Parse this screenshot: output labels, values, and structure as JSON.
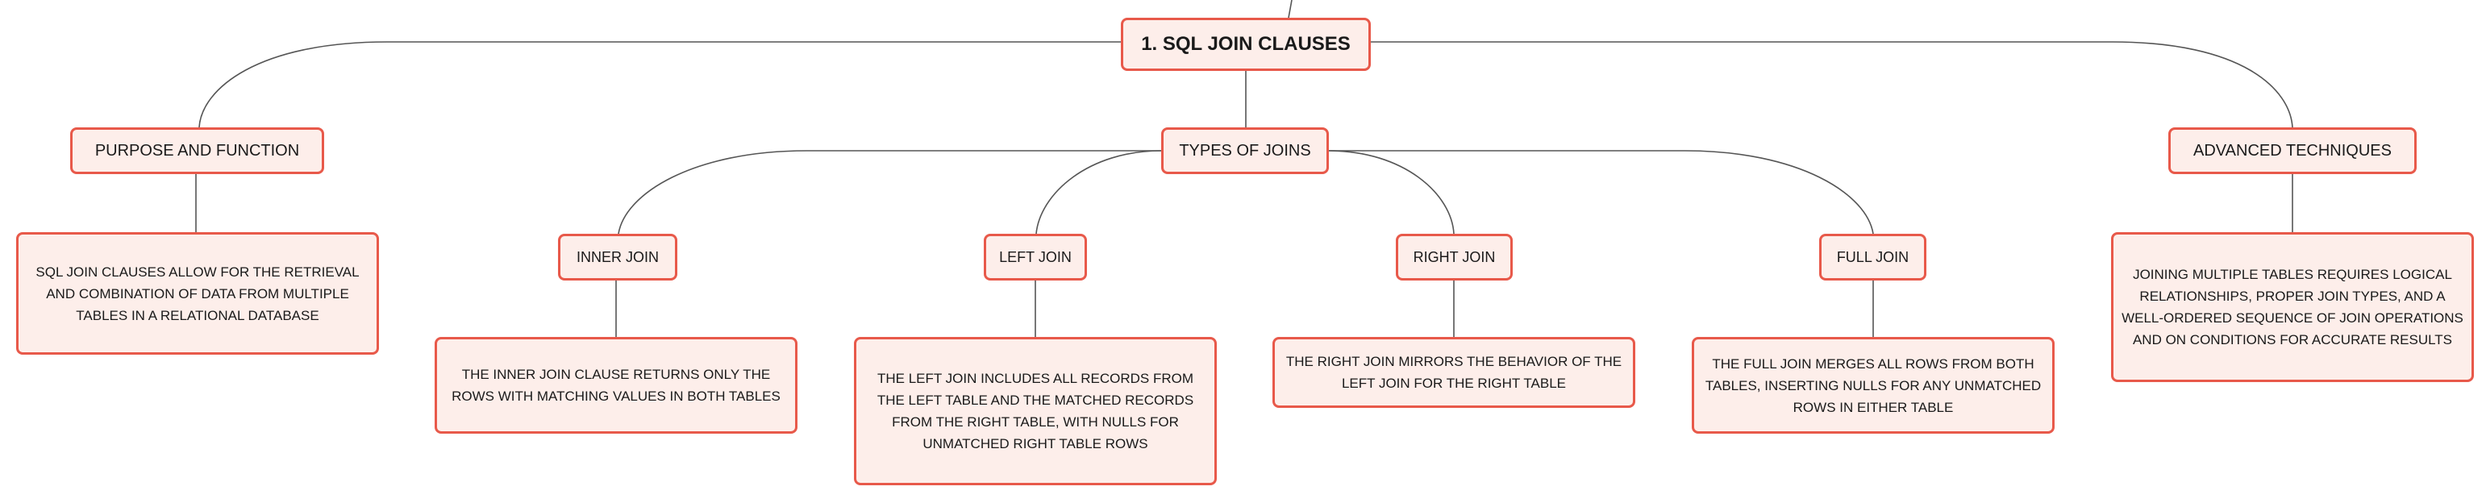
{
  "root": {
    "title": "1. SQL JOIN CLAUSES"
  },
  "purpose": {
    "title": "PURPOSE AND FUNCTION",
    "detail": "SQL JOIN CLAUSES ALLOW FOR THE RETRIEVAL AND COMBINATION OF DATA FROM MULTIPLE TABLES IN A RELATIONAL DATABASE"
  },
  "types": {
    "title": "TYPES OF JOINS",
    "inner": {
      "title": "INNER JOIN",
      "detail": "THE INNER JOIN CLAUSE RETURNS ONLY THE ROWS WITH MATCHING VALUES IN BOTH TABLES"
    },
    "left": {
      "title": "LEFT JOIN",
      "detail": "THE LEFT JOIN INCLUDES ALL RECORDS FROM THE LEFT TABLE AND THE MATCHED RECORDS FROM THE RIGHT TABLE, WITH NULLS FOR UNMATCHED RIGHT TABLE ROWS"
    },
    "right": {
      "title": "RIGHT JOIN",
      "detail": "THE RIGHT JOIN MIRRORS THE BEHAVIOR OF THE LEFT JOIN FOR THE RIGHT TABLE"
    },
    "full": {
      "title": "FULL JOIN",
      "detail": "THE FULL JOIN MERGES ALL ROWS FROM BOTH TABLES, INSERTING NULLS FOR ANY UNMATCHED ROWS IN EITHER TABLE"
    }
  },
  "advanced": {
    "title": "ADVANCED TECHNIQUES",
    "detail": "JOINING MULTIPLE TABLES REQUIRES LOGICAL RELATIONSHIPS, PROPER JOIN TYPES, AND A WELL-ORDERED SEQUENCE OF JOIN OPERATIONS AND ON CONDITIONS FOR ACCURATE RESULTS"
  },
  "colors": {
    "node_border": "#e8594a",
    "node_fill": "#fdeeea",
    "connector": "#555555"
  }
}
